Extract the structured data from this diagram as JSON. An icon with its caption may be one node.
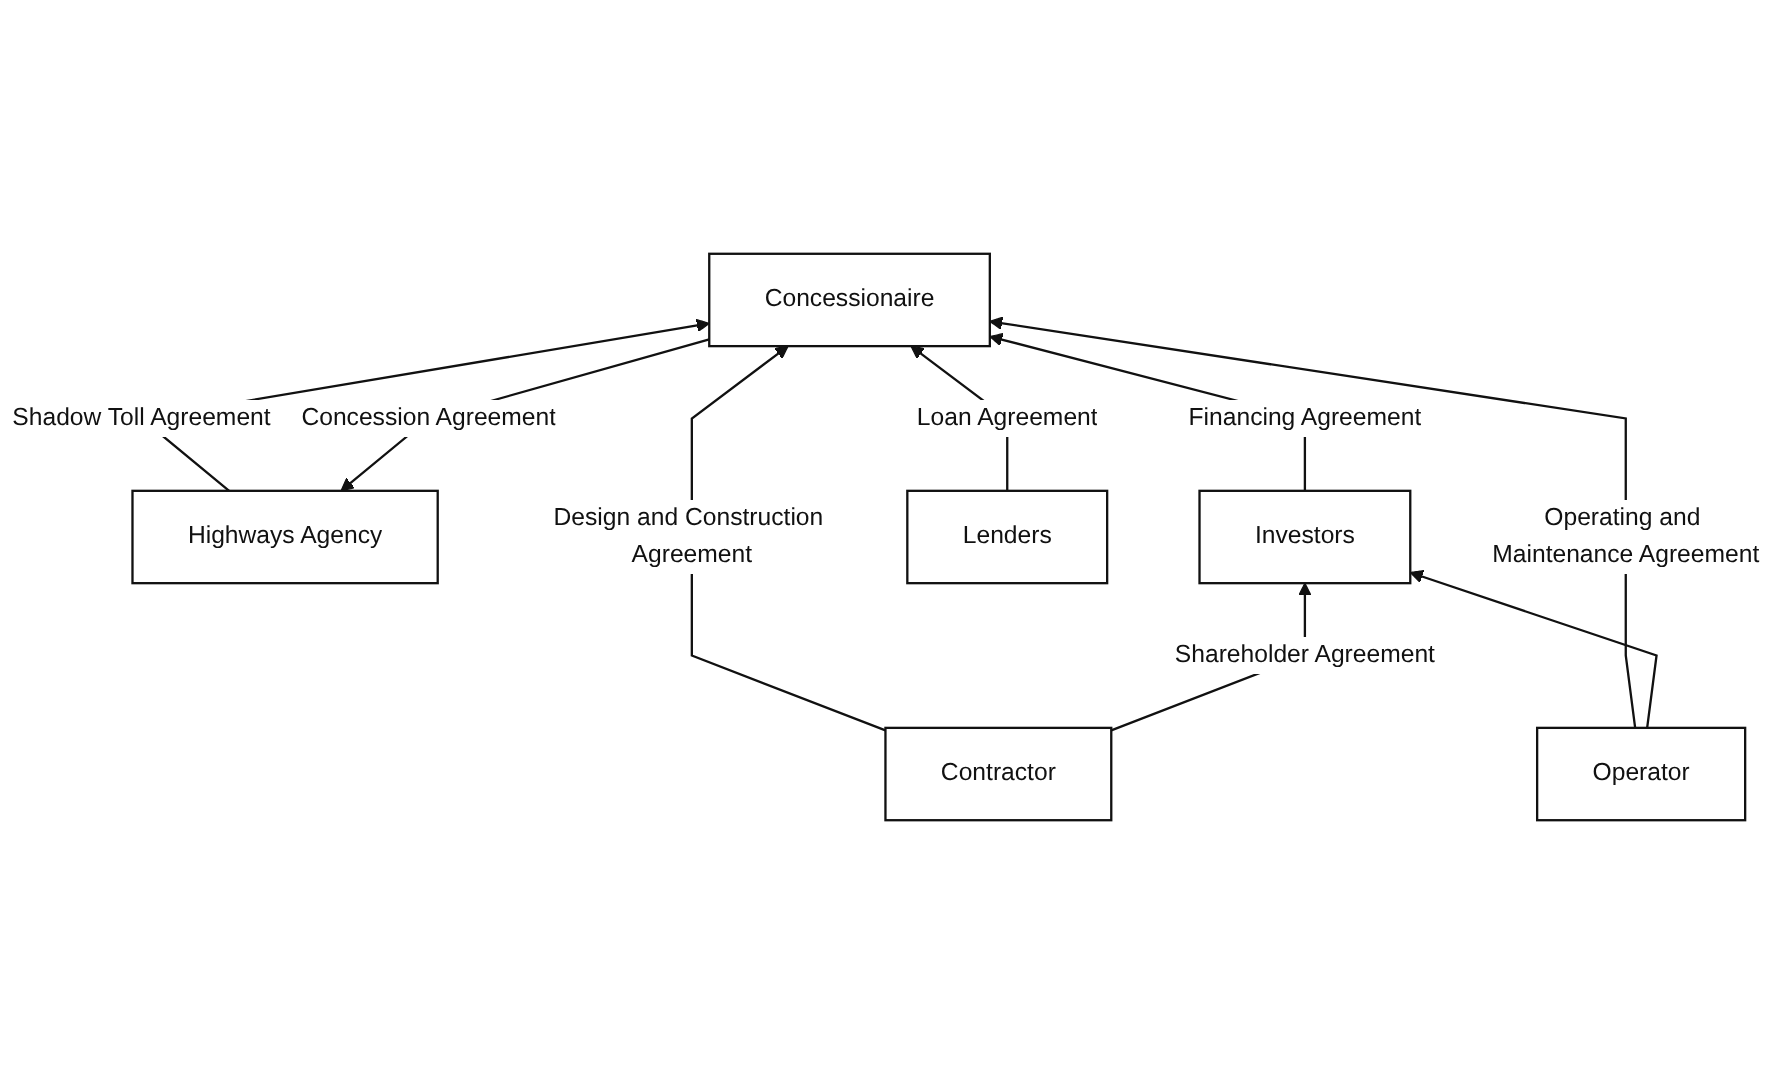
{
  "diagram": {
    "nodes": [
      {
        "text": [
          "Highways Agency"
        ]
      },
      {
        "text": [
          "Concessionaire"
        ]
      },
      {
        "text": [
          "Contractor"
        ]
      },
      {
        "text": [
          "Operator"
        ]
      },
      {
        "text": [
          "Investors"
        ]
      },
      {
        "text": [
          "Lenders"
        ]
      }
    ],
    "edges": [
      {
        "from": 1,
        "to": 0,
        "arrow": "to",
        "label": "Concession Agreement"
      },
      {
        "from": 0,
        "to": 1,
        "arrow": "to",
        "label": "Shadow Toll Agreement"
      },
      {
        "from": 3,
        "to": 1,
        "arrow": "to",
        "label": "Operating and Maintenance Agreement"
      },
      {
        "from": 2,
        "to": 1,
        "arrow": "to",
        "label": "Design and Construction Agreement"
      },
      {
        "from": 4,
        "to": 1,
        "arrow": "to",
        "label": "Financing Agreement"
      },
      {
        "from": 5,
        "to": 1,
        "arrow": "to",
        "label": "Loan Agreement"
      },
      {
        "from": 2,
        "to": 4,
        "arrow": "to",
        "label": "Shareholder Agreement"
      },
      {
        "from": 3,
        "to": 4,
        "arrow": "to"
      }
    ]
  }
}
